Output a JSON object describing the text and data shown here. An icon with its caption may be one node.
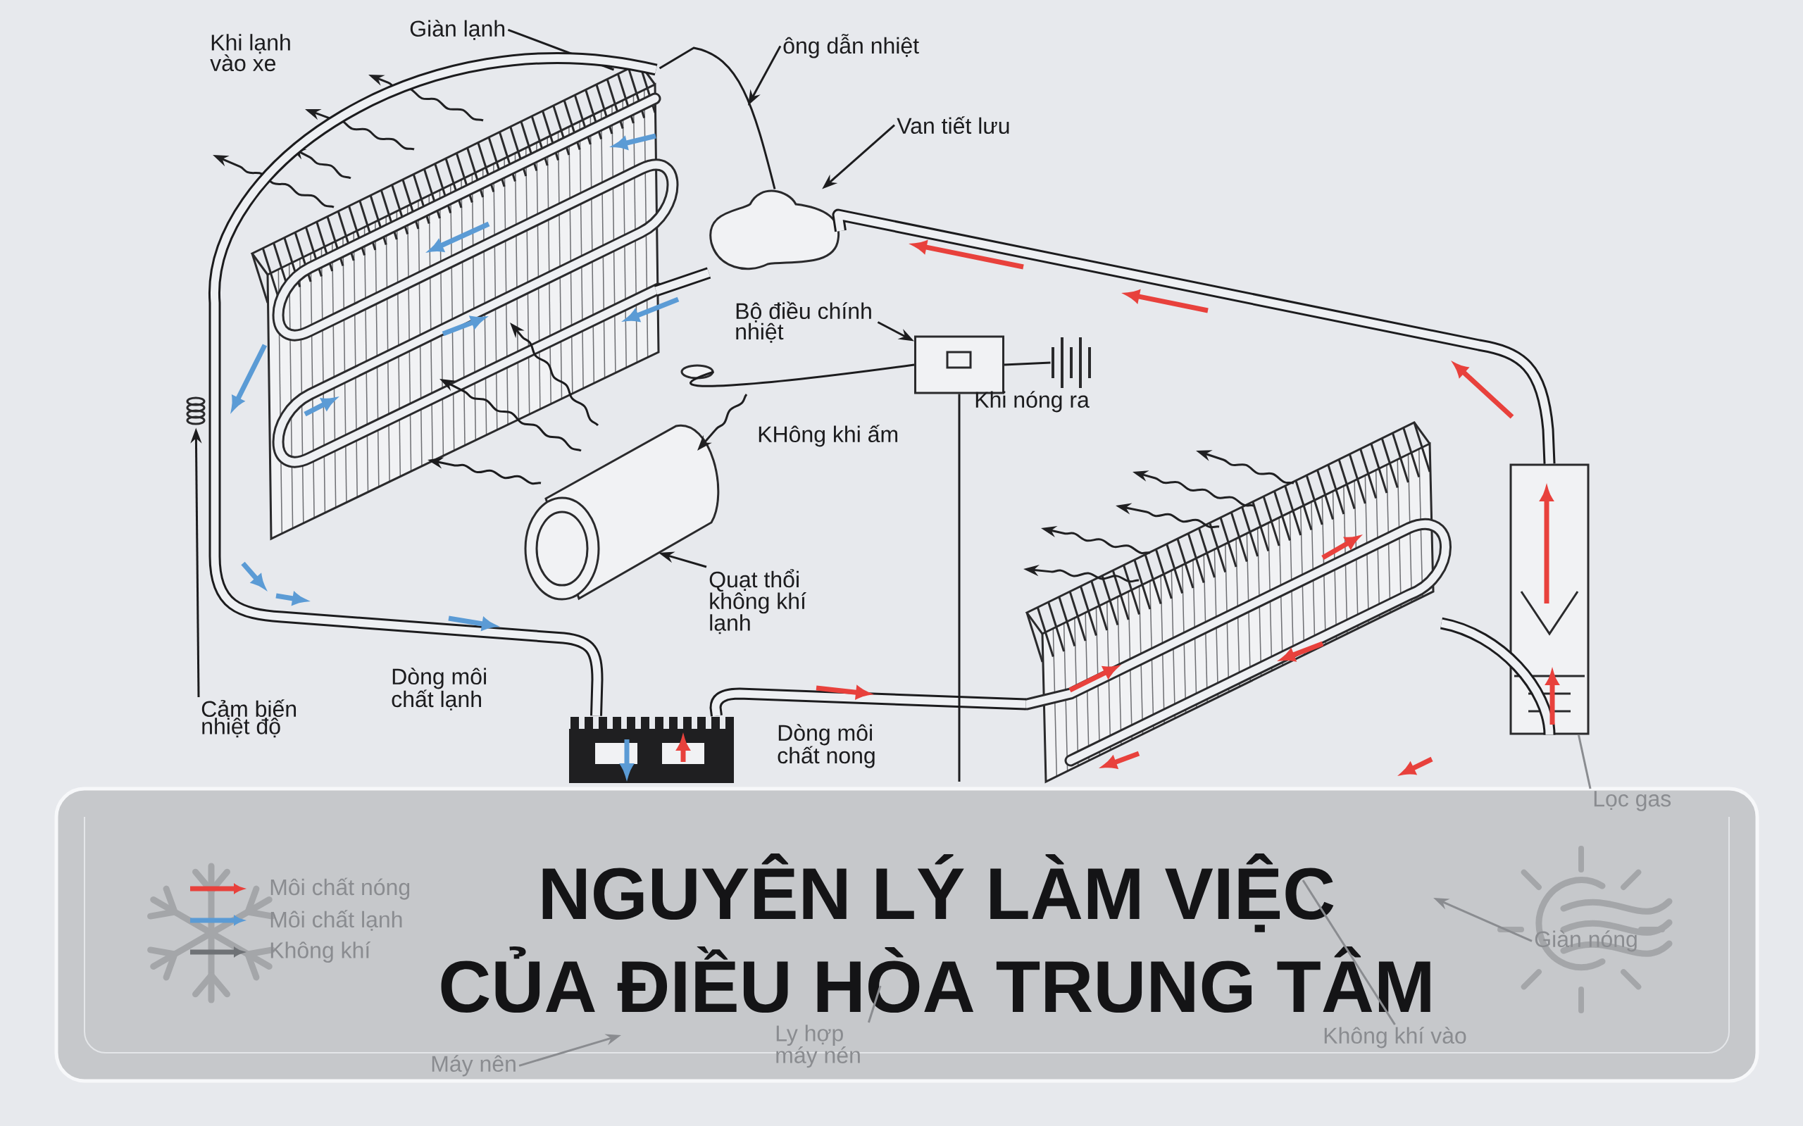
{
  "diagram": {
    "title": "NGUYÊN LÝ LÀM VIỆC CỦA ĐIỀU HÒA TRUNG TÂM",
    "nodes": [
      {
        "text": [
          "Giàn lạnh"
        ]
      },
      {
        "text": [
          "ông dẫn nhiệt"
        ]
      },
      {
        "text": [
          "Van tiết lưu"
        ]
      },
      {
        "text": [
          "Bộ điều chính nhiệt"
        ]
      },
      {
        "text": [
          "Quạt thổi không khí lạnh"
        ]
      },
      {
        "text": [
          "Cảm biến nhiệt độ"
        ]
      },
      {
        "text": [
          "Lọc gas"
        ]
      },
      {
        "text": [
          "Máy nên"
        ]
      },
      {
        "text": [
          "Ly hợp máy nén"
        ]
      },
      {
        "text": [
          "Không khí vào"
        ]
      },
      {
        "text": [
          "Giàn nóng"
        ]
      },
      {
        "text": [],
        "shape": "picture"
      },
      {
        "text": [],
        "shape": "picture"
      },
      {
        "text": [],
        "shape": "box"
      },
      {
        "text": [],
        "shape": "cylinder"
      },
      {
        "text": [],
        "shape": "picture"
      },
      {
        "text": [],
        "shape": "box"
      },
      {
        "text": [],
        "shape": "picture"
      },
      {
        "text": [],
        "shape": "picture"
      },
      {
        "text": [],
        "shape": "circle"
      },
      {
        "text": [],
        "shape": "picture"
      }
    ],
    "edges": [
      {
        "from": 0,
        "to": 11,
        "arrow": "none"
      },
      {
        "from": 1,
        "to": null,
        "arrow": "to"
      },
      {
        "from": 2,
        "to": 12,
        "arrow": "to"
      },
      {
        "from": 3,
        "to": 13,
        "arrow": "to"
      },
      {
        "from": 4,
        "to": 14,
        "arrow": "to"
      },
      {
        "from": 5,
        "to": 15,
        "arrow": "to"
      },
      {
        "from": 6,
        "to": 16,
        "arrow": "none",
        "color": "#8a8c90"
      },
      {
        "from": 7,
        "to": null,
        "arrow": "to",
        "color": "#8a8c90"
      },
      {
        "from": 8,
        "to": null,
        "arrow": "none",
        "color": "#8a8c90"
      },
      {
        "from": 9,
        "to": null,
        "arrow": "none",
        "color": "#8a8c90"
      },
      {
        "from": 10,
        "to": null,
        "arrow": "to",
        "color": "#8a8c90"
      },
      {
        "from": 17,
        "to": 18,
        "arrow": "none",
        "style": "thick"
      },
      {
        "from": 18,
        "to": 16,
        "arrow": "none",
        "style": "thick"
      },
      {
        "from": 16,
        "to": 12,
        "arrow": "none",
        "style": "thick"
      },
      {
        "from": 12,
        "to": 11,
        "arrow": "none",
        "style": "thick"
      },
      {
        "from": 12,
        "to": 11,
        "arrow": "none"
      },
      {
        "from": 11,
        "to": 17,
        "arrow": "none",
        "style": "thick"
      },
      {
        "from": 13,
        "to": 19,
        "arrow": "none"
      },
      {
        "from": 13,
        "to": 20,
        "arrow": "none"
      },
      {
        "from": 13,
        "to": null,
        "arrow": "none"
      },
      {
        "from": 14,
        "to": 11,
        "arrow": "to"
      },
      {
        "from": 14,
        "to": 11,
        "arrow": "to"
      },
      {
        "from": 14,
        "to": 11,
        "arrow": "to"
      }
    ],
    "labels": [
      "Khi lạnh vào xe",
      "KHông khi ấm",
      "Khi nóng ra",
      "Dòng môi chất lạnh",
      "Dòng môi chất nong"
    ],
    "legend": [
      {
        "text": "Môi chất nóng",
        "color": "#e8413c"
      },
      {
        "text": "Môi chất lạnh",
        "color": "#5b9bd5"
      },
      {
        "text": "Không khí",
        "color": "#6f7276"
      }
    ]
  }
}
